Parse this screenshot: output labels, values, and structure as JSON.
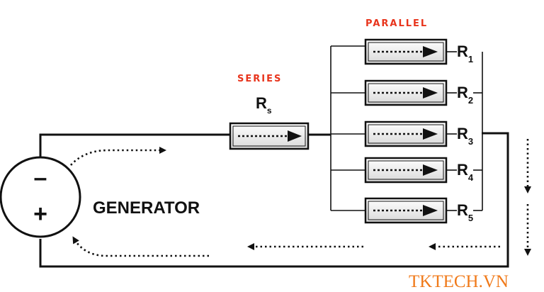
{
  "labels": {
    "series": "SERIES",
    "parallel": "PARALLEL",
    "generator": "GENERATOR",
    "minus": "–",
    "plus": "+",
    "r_letter": "R",
    "rs_sub": "s",
    "r1_sub": "1",
    "r2_sub": "2",
    "r3_sub": "3",
    "r4_sub": "4",
    "r5_sub": "5"
  },
  "watermark": "TKTECH.VN",
  "colors": {
    "wire": "#111111",
    "label_red": "#e8341c",
    "watermark": "#f07a1a"
  }
}
